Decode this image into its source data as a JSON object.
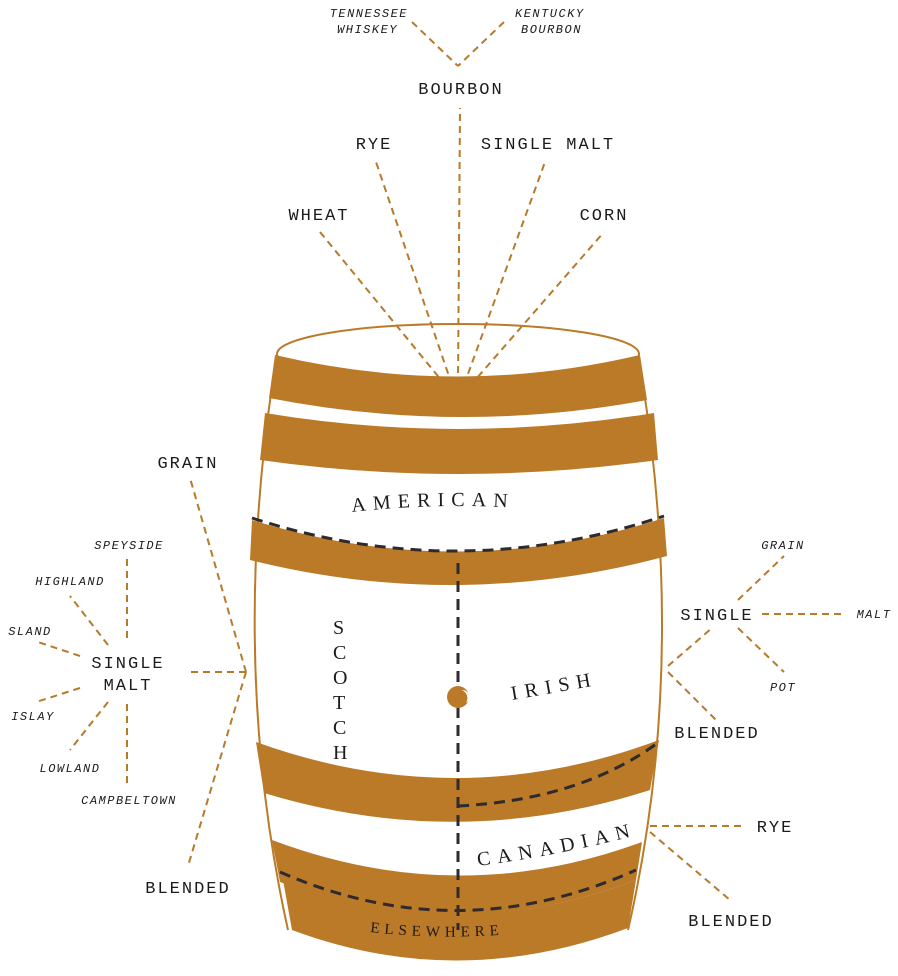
{
  "colors": {
    "accent": "#bb7a28",
    "seam": "#2e2a2e",
    "text": "#1d1a1a"
  },
  "top": {
    "bourbon": {
      "label": "BOURBON",
      "sub_left": [
        "TENNESSEE",
        "WHISKEY"
      ],
      "sub_right": [
        "KENTUCKY",
        "BOURBON"
      ]
    },
    "rye": "RYE",
    "single_malt": "SINGLE MALT",
    "wheat": "WHEAT",
    "corn": "CORN"
  },
  "barrel": {
    "american": "AMERICAN",
    "scotch": [
      "S",
      "C",
      "O",
      "T",
      "C",
      "H"
    ],
    "irish": "IRISH",
    "canadian": "CANADIAN",
    "elsewhere": "ELSEWHERE"
  },
  "scotch_branch": {
    "grain": "GRAIN",
    "single_malt": [
      "SINGLE",
      "MALT"
    ],
    "blended": "BLENDED",
    "regions": [
      "SPEYSIDE",
      "HIGHLAND",
      "SLAND",
      "ISLAY",
      "LOWLAND",
      "CAMPBELTOWN"
    ]
  },
  "irish_branch": {
    "single": "SINGLE",
    "blended": "BLENDED",
    "sub": [
      "GRAIN",
      "MALT",
      "POT"
    ]
  },
  "canadian_branch": {
    "rye": "RYE",
    "blended": "BLENDED"
  }
}
